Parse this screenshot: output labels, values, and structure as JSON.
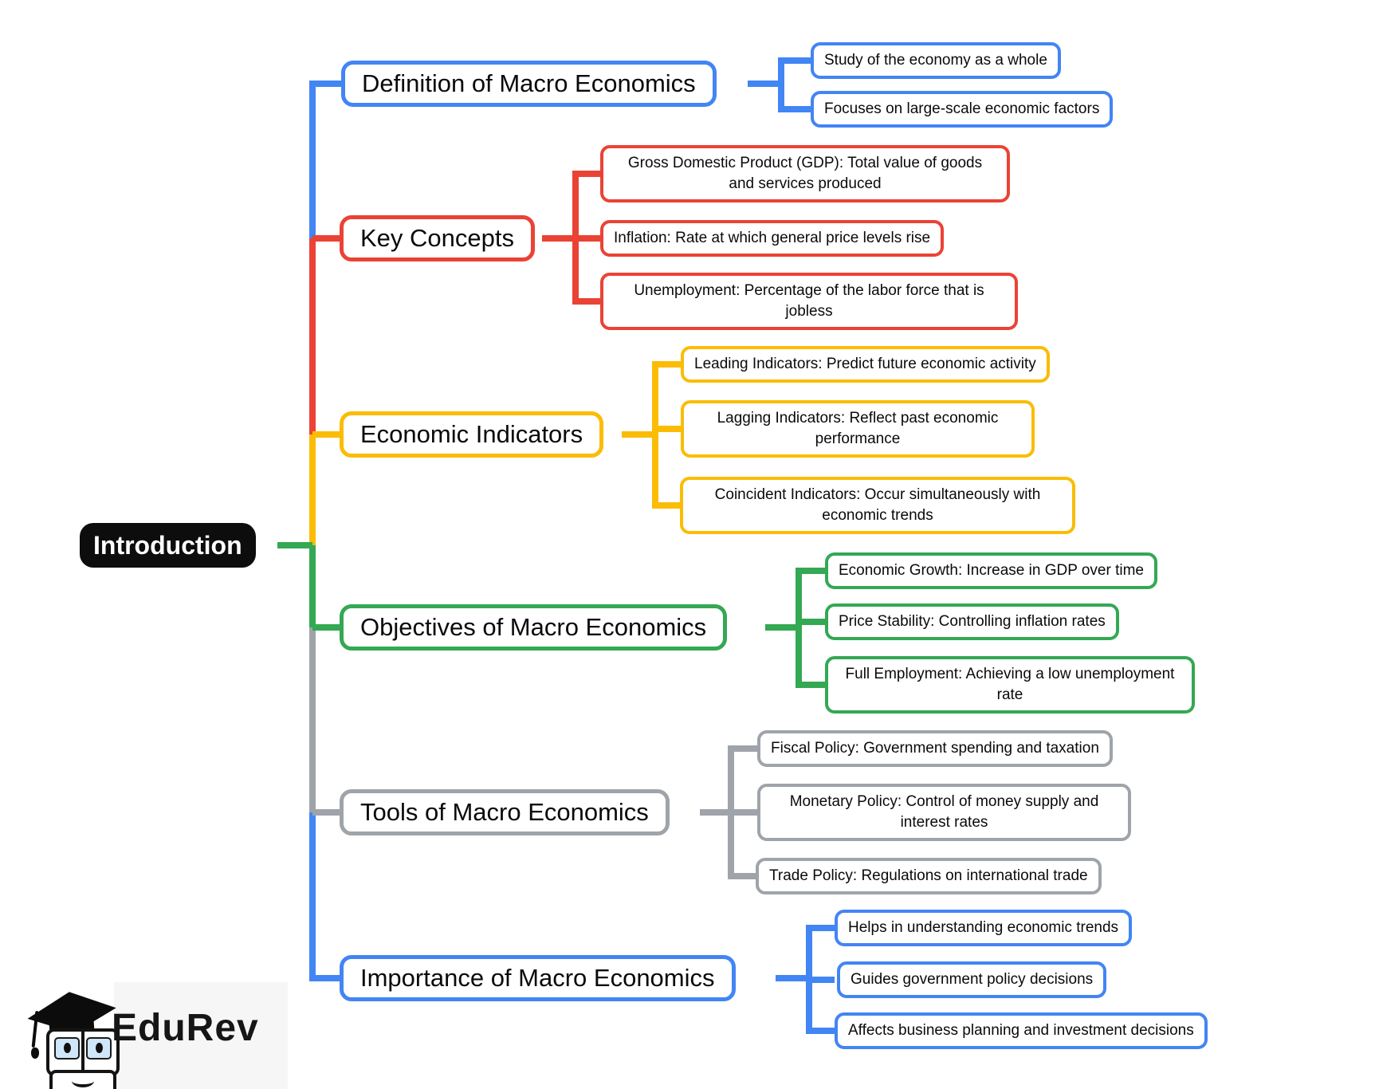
{
  "colors": {
    "blue": "#4285F4",
    "red": "#EA4335",
    "yellow": "#FBBC05",
    "green": "#34A853",
    "gray": "#9FA4AA",
    "root_background": "#0d0d0d"
  },
  "root": {
    "label": "Introduction"
  },
  "branches": [
    {
      "label": "Definition of Macro Economics",
      "color": "#4285F4",
      "children": [
        "Study of the economy as a whole",
        "Focuses on large-scale economic factors"
      ]
    },
    {
      "label": "Key Concepts",
      "color": "#EA4335",
      "children": [
        "Gross Domestic Product (GDP): Total value of goods and services produced",
        "Inflation: Rate at which general price levels rise",
        "Unemployment: Percentage of the labor force that is jobless"
      ]
    },
    {
      "label": "Economic Indicators",
      "color": "#FBBC05",
      "children": [
        "Leading Indicators: Predict future economic activity",
        "Lagging Indicators: Reflect past economic performance",
        "Coincident Indicators: Occur simultaneously with economic trends"
      ]
    },
    {
      "label": "Objectives of Macro Economics",
      "color": "#34A853",
      "children": [
        "Economic Growth: Increase in GDP over time",
        "Price Stability: Controlling inflation rates",
        "Full Employment: Achieving a low unemployment rate"
      ]
    },
    {
      "label": "Tools of Macro Economics",
      "color": "#9FA4AA",
      "children": [
        "Fiscal Policy: Government spending and taxation",
        "Monetary Policy: Control of money supply and interest rates",
        "Trade Policy: Regulations on international trade"
      ]
    },
    {
      "label": "Importance of Macro Economics",
      "color": "#4285F4",
      "children": [
        "Helps in understanding economic trends",
        "Guides government policy decisions",
        "Affects business planning and investment decisions"
      ]
    }
  ],
  "logo": {
    "brand": "EduRev"
  }
}
